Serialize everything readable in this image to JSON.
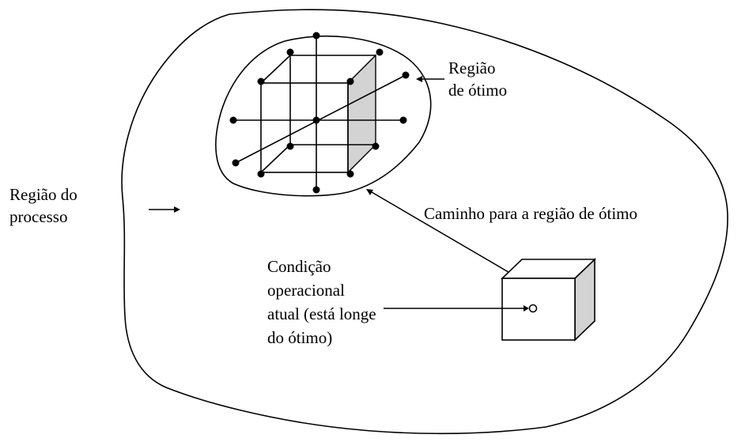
{
  "labels": {
    "optimum_region": [
      "Região",
      "de ótimo"
    ],
    "process_region": [
      "Região do",
      "processo"
    ],
    "path_to_optimum": "Caminho para a região de ótimo",
    "current_condition": [
      "Condição",
      "operacional",
      "atual (está longe",
      "do ótimo)"
    ]
  },
  "colors": {
    "line": "#000000",
    "cube_shade": "#d3d3d3",
    "background": "#ffffff"
  }
}
